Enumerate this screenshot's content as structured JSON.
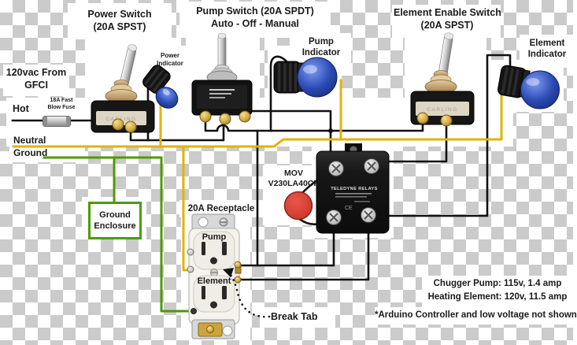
{
  "colors": {
    "hot_wire": "#111111",
    "neutral_wire": "#e2b308",
    "ground_wire": "#4e9a06",
    "indicator_lens_blue": "#2b4bb5",
    "mov_red": "#cf3a2e",
    "enclosure_green": "#4e9a06",
    "brass_terminal": "#cfa642"
  },
  "labels": {
    "power_switch": {
      "line1": "Power Switch",
      "line2": "(20A SPST)"
    },
    "pump_switch": {
      "line1": "Pump Switch (20A SPDT)",
      "line2": "Auto - Off - Manual"
    },
    "element_switch": {
      "line1": "Element Enable Switch",
      "line2": "(20A SPST)"
    },
    "power_indicator": {
      "line1": "Power",
      "line2": "Indicator"
    },
    "pump_indicator": {
      "line1": "Pump",
      "line2": "Indicator"
    },
    "element_indicator": {
      "line1": "Element",
      "line2": "Indicator"
    },
    "source": {
      "line1": "120vac From",
      "line2": "GFCI"
    },
    "hot": "Hot",
    "fuse": {
      "line1": "18A Fast",
      "line2": "Blow Fuse"
    },
    "neutral": "Neutral",
    "ground": "Ground",
    "ground_enclosure": {
      "line1": "Ground",
      "line2": "Enclosure"
    },
    "mov": {
      "line1": "MOV",
      "line2": "V230LA40CP"
    },
    "receptacle": "20A Receptacle",
    "receptacle_pump": "Pump",
    "receptacle_element": "Element",
    "break_tab": "Break Tab",
    "relay_brand": "TELEDYNE RELAYS",
    "relay_ce": "CE",
    "switch_brand": "CARLING"
  },
  "notes": {
    "pump": "Chugger Pump: 115v, 1.4 amp",
    "element": "Heating Element: 120v, 11.5 amp",
    "footnote": "*Arduino Controller and low voltage not shown"
  }
}
